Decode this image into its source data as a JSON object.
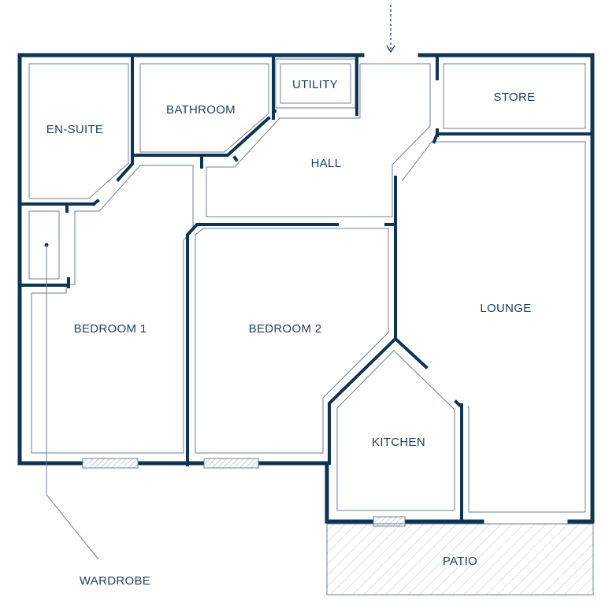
{
  "rooms": {
    "ensuite": "EN-SUITE",
    "bathroom": "BATHROOM",
    "utility": "UTILITY",
    "store": "STORE",
    "hall": "HALL",
    "bedroom1": "BEDROOM 1",
    "bedroom2": "BEDROOM 2",
    "lounge": "LOUNGE",
    "kitchen": "KITCHEN",
    "patio": "PATIO"
  },
  "callouts": {
    "wardrobe": "WARDROBE"
  },
  "colors": {
    "wall": "#0d3454",
    "thin_line": "#6b8294",
    "label": "#1d3f5b",
    "hatch": "#b8c4cd"
  },
  "icons": {
    "entrance": "dashed-arrow-down-icon"
  }
}
